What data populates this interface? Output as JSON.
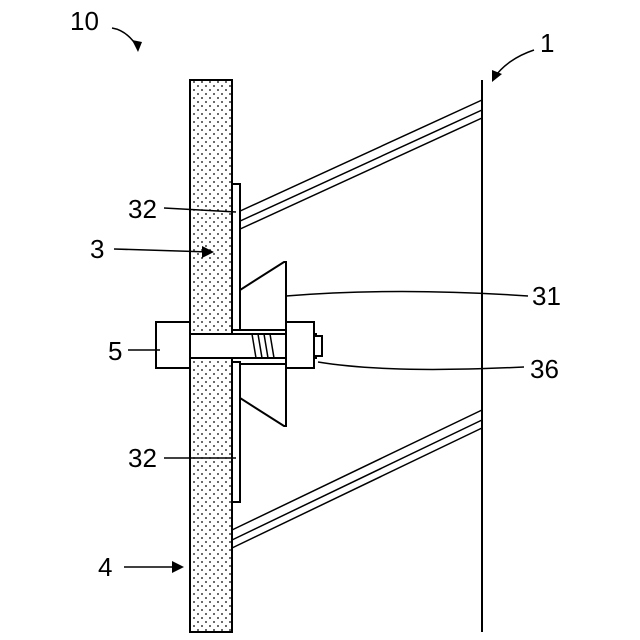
{
  "labels": {
    "assembly": "10",
    "wall_panel": "1",
    "frame": "3",
    "plate_upper": "32",
    "plate_lower": "32",
    "bracket": "31",
    "bolt": "5",
    "nut": "36",
    "backing": "4"
  }
}
